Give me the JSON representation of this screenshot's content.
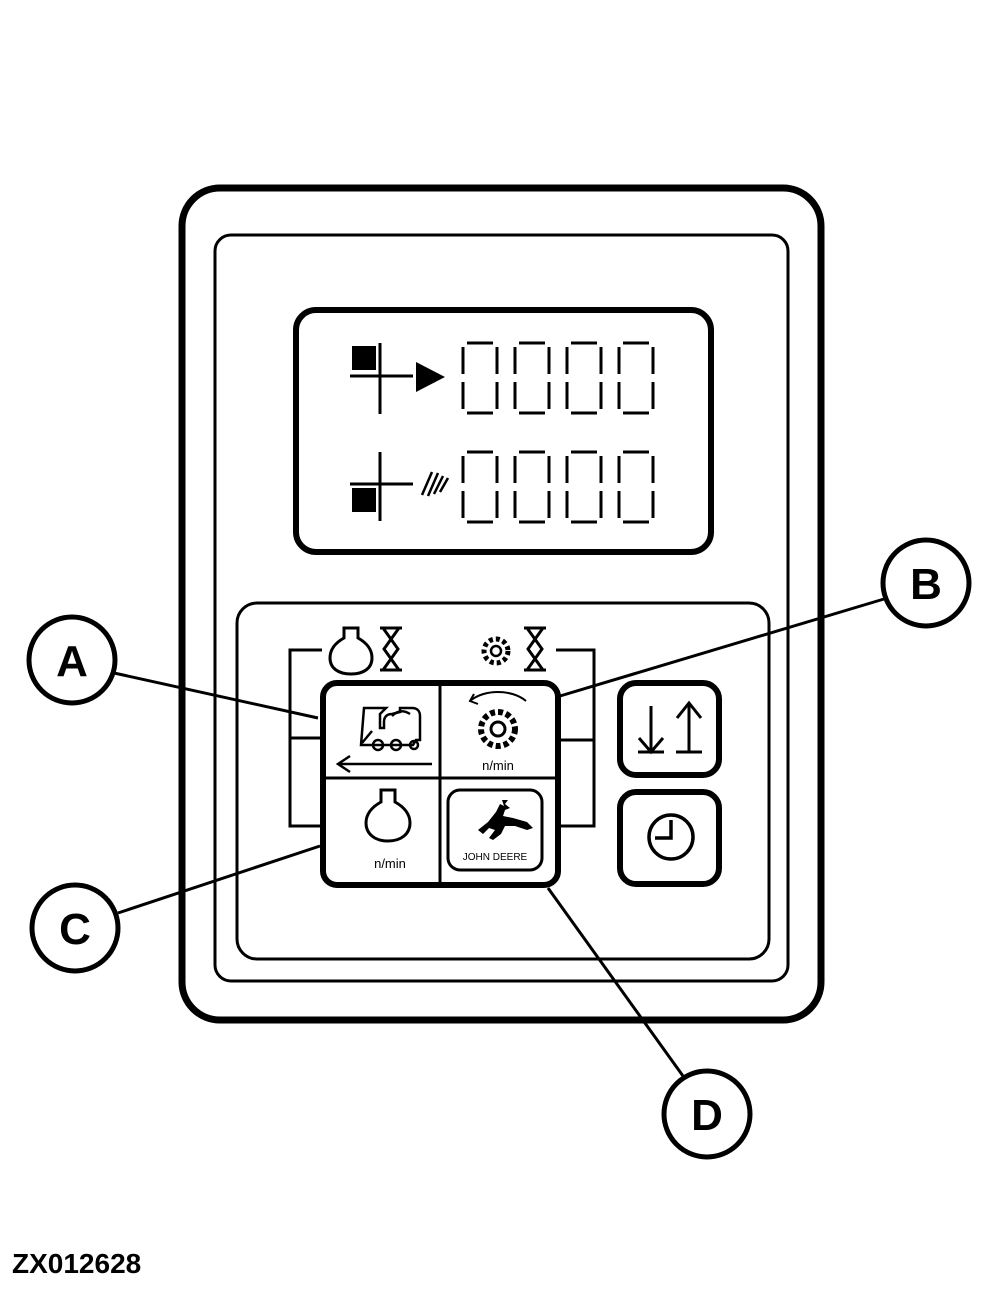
{
  "figure_id": "ZX012628",
  "display": {
    "top_row_digits": "0000",
    "bottom_row_digits": "0000"
  },
  "keypad": {
    "key_a": {
      "name": "ground-speed-key",
      "sublabel": ""
    },
    "key_b": {
      "name": "drum-speed-key",
      "sublabel": "n/min"
    },
    "key_c": {
      "name": "engine-speed-key",
      "sublabel": "n/min"
    },
    "key_d": {
      "name": "john-deere-key",
      "sublabel": "JOHN DEERE"
    }
  },
  "side_buttons": [
    {
      "name": "up-down-button",
      "icon": "down-up-arrows-icon"
    },
    {
      "name": "clock-button",
      "icon": "clock-icon"
    }
  ],
  "callouts": {
    "a": "A",
    "b": "B",
    "c": "C",
    "d": "D"
  }
}
